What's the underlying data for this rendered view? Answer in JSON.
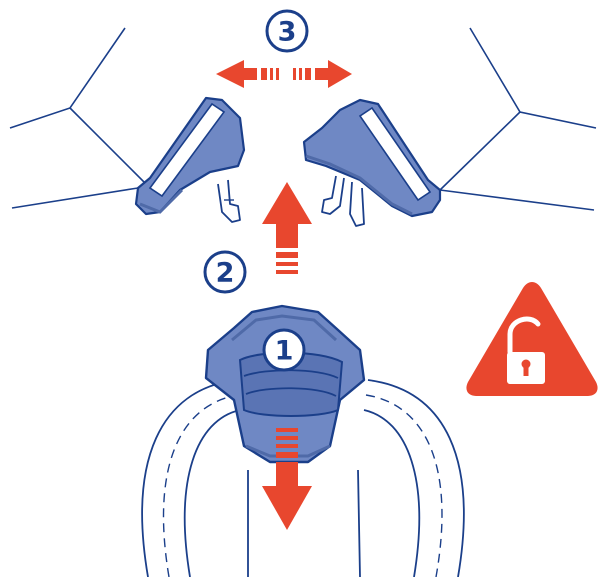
{
  "steps": [
    {
      "number": "1"
    },
    {
      "number": "2"
    },
    {
      "number": "3"
    }
  ],
  "icons": {
    "unlock_warning": "unlocked-padlock-warning-triangle-icon"
  },
  "colors": {
    "outline": "#1b3f8a",
    "buckle_fill": "#6f88c4",
    "buckle_shadow": "#4f6aa8",
    "arrow": "#e8472e",
    "warning": "#e8472e",
    "background": "#ffffff"
  }
}
